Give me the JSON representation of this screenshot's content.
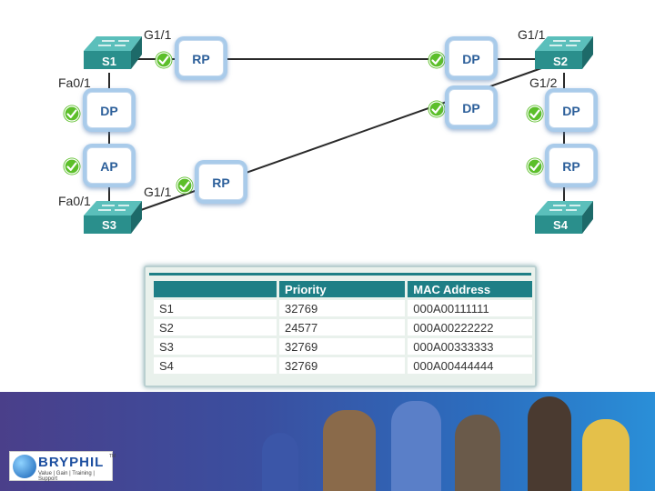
{
  "switches": [
    {
      "id": "s1",
      "label": "S1"
    },
    {
      "id": "s2",
      "label": "S2"
    },
    {
      "id": "s3",
      "label": "S3"
    },
    {
      "id": "s4",
      "label": "S4"
    }
  ],
  "ports": {
    "s1_g11": "G1/1",
    "s1_fa01": "Fa0/1",
    "s2_g11": "G1/1",
    "s2_g12": "G1/2",
    "s3_g11": "G1/1",
    "s3_fa01": "Fa0/1"
  },
  "roles": {
    "s1_g11": "RP",
    "s1_fa01": "DP",
    "s3_fa01": "AP",
    "s3_g11": "RP",
    "s2_g11": "DP",
    "s2_g12": "DP",
    "s4_top": "DP",
    "s4_bottom": "RP"
  },
  "table": {
    "headers": [
      "",
      "Priority",
      "MAC Address"
    ],
    "rows": [
      [
        "S1",
        "32769",
        "000A00111111"
      ],
      [
        "S2",
        "24577",
        "000A00222222"
      ],
      [
        "S3",
        "32769",
        "000A00333333"
      ],
      [
        "S4",
        "32769",
        "000A00444444"
      ]
    ]
  },
  "logo": {
    "name": "BRYPHIL",
    "tagline": "Value | Gain | Training | Support",
    "tm": "TM"
  },
  "colors": {
    "switch": "#2a8f8c",
    "switch_dark": "#1d6a69",
    "link": "#2a2a2a",
    "check": "#5cbf2a",
    "header": "#1e7f86",
    "role_text": "#2c5f9a"
  }
}
